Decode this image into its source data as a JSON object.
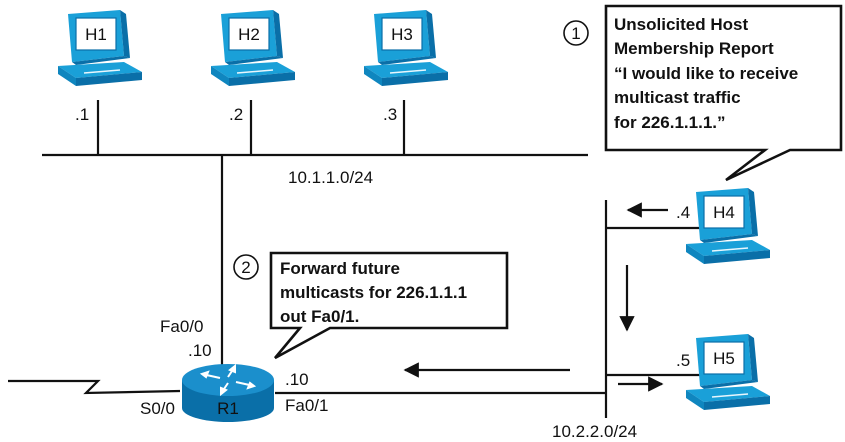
{
  "colors": {
    "host_blue": "#1aa0d8",
    "host_blue_dark": "#0a6fa8",
    "router_blue": "#1b8fcc",
    "line": "#111111"
  },
  "hosts": [
    {
      "name": "H1",
      "addr": ".1",
      "icon": "pc-icon"
    },
    {
      "name": "H2",
      "addr": ".2",
      "icon": "pc-icon"
    },
    {
      "name": "H3",
      "addr": ".3",
      "icon": "pc-icon"
    },
    {
      "name": "H4",
      "addr": ".4",
      "icon": "pc-icon"
    },
    {
      "name": "H5",
      "addr": ".5",
      "icon": "pc-icon"
    }
  ],
  "subnets": {
    "top": "10.1.1.0/24",
    "right": "10.2.2.0/24"
  },
  "router": {
    "name": "R1",
    "icon": "router-icon",
    "fa00_label": "Fa0/0",
    "fa00_addr": ".10",
    "fa01_label": "Fa0/1",
    "fa01_addr": ".10",
    "s00_label": "S0/0"
  },
  "callout1": {
    "number": "1",
    "lines": [
      "Unsolicited Host",
      "Membership Report",
      "“I would like to receive",
      "multicast traffic",
      "for 226.1.1.1.”"
    ]
  },
  "callout2": {
    "number": "2",
    "lines": [
      "Forward future",
      "multicasts for 226.1.1.1",
      "out Fa0/1."
    ]
  }
}
